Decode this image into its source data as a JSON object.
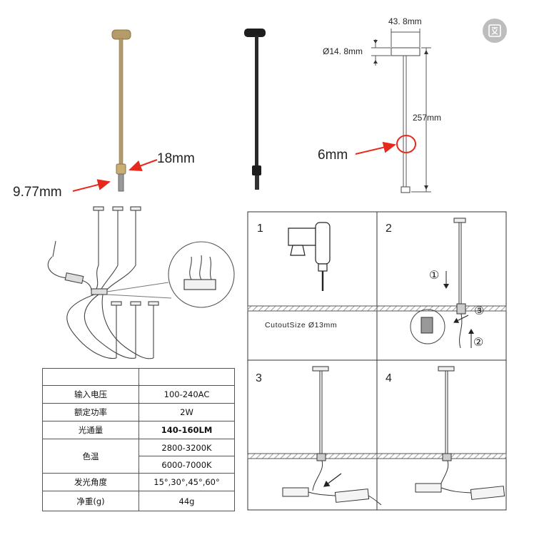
{
  "colors": {
    "gold": "#b59b6a",
    "black": "#1d1d1d",
    "arrow": "#e8281c",
    "line": "#666666",
    "circle": "#e8281c"
  },
  "annotations": {
    "gold_18mm": "18mm",
    "gold_977mm": "9.77mm",
    "dim_6mm": "6mm",
    "dim_width": "43. 8mm",
    "dim_diameter": "Ø14. 8mm",
    "dim_length": "257mm"
  },
  "install": {
    "step1": "1",
    "step2": "2",
    "step3": "3",
    "step4": "4",
    "cutout": "CutoutSize Ø13mm",
    "marker1": "①",
    "marker2": "②",
    "marker3": "③"
  },
  "spec_table": {
    "rows": [
      {
        "label": "输入电压",
        "value": "100-240AC"
      },
      {
        "label": "额定功率",
        "value": "2W"
      },
      {
        "label": "光通量",
        "value": "140-160LM"
      },
      {
        "label": "色温",
        "values": [
          "2800-3200K",
          "6000-7000K"
        ]
      },
      {
        "label": "发光角度",
        "value": "15°,30°,45°,60°"
      },
      {
        "label": "净重(g)",
        "value": "44g"
      }
    ]
  },
  "icons": {
    "translate": "translate-icon"
  }
}
